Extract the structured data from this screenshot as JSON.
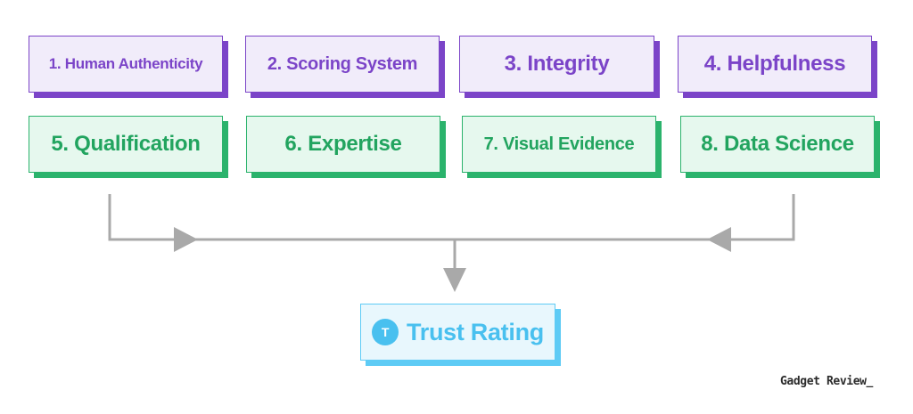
{
  "criteria": [
    {
      "label": "1. Human Authenticity",
      "color": "#7b44c8"
    },
    {
      "label": "2. Scoring System",
      "color": "#7b44c8"
    },
    {
      "label": "3. Integrity",
      "color": "#7b44c8"
    },
    {
      "label": "4. Helpfulness",
      "color": "#7b44c8"
    },
    {
      "label": "5. Qualification",
      "color": "#22a45f"
    },
    {
      "label": "6. Expertise",
      "color": "#22a45f"
    },
    {
      "label": "7. Visual Evidence",
      "color": "#22a45f"
    },
    {
      "label": "8. Data Science",
      "color": "#22a45f"
    }
  ],
  "result": {
    "icon_letter": "T",
    "label": "Trust Rating",
    "color": "#49c0ef"
  },
  "connector_color": "#a9a9a9",
  "brand": {
    "logo_text": "Gadget Review_"
  }
}
